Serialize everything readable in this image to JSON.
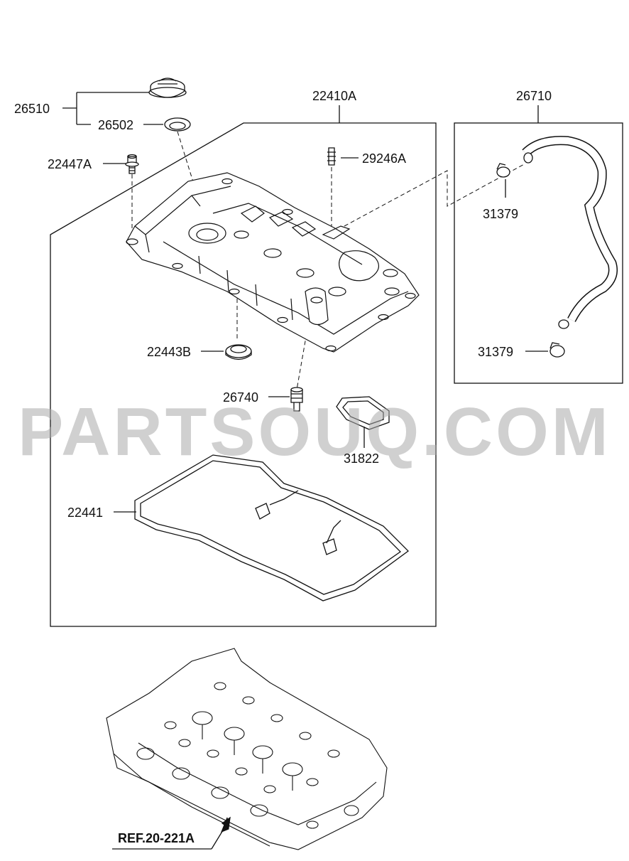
{
  "labels": {
    "oil_cap_assy": "26510",
    "oil_cap_seal": "26502",
    "cover_assy": "22410A",
    "pcv_hose": "26710",
    "bolt": "22447A",
    "pcv_valve_fitting": "29246A",
    "clamp_upper": "31379",
    "clamp_lower": "31379",
    "plug_seal": "22443B",
    "pcv_valve": "26740",
    "gasket_small": "31822",
    "gasket_cover": "22441"
  },
  "reference": "REF.20-221A",
  "watermark": "PARTSOUQ.COM"
}
